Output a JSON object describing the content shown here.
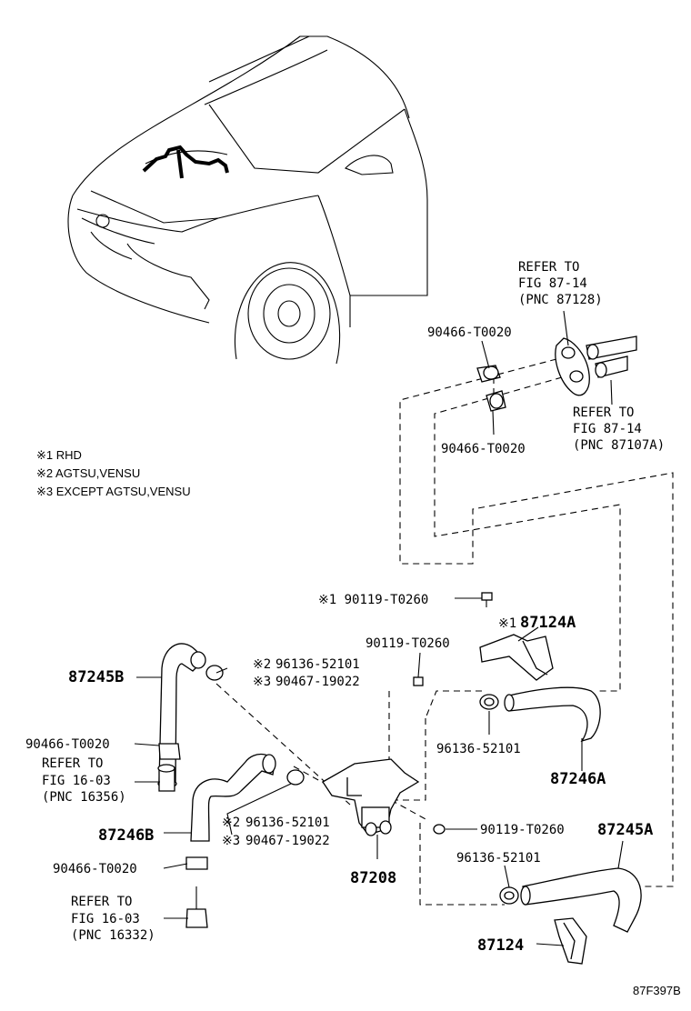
{
  "notes": [
    "※1 RHD",
    "※2 AGTSU,VENSU",
    "※3 EXCEPT AGTSU,VENSU"
  ],
  "refs": {
    "r1": {
      "l1": "REFER TO",
      "l2": "FIG 87-14",
      "l3": "(PNC 87128)"
    },
    "r2": {
      "l1": "REFER TO",
      "l2": "FIG 87-14",
      "l3": "(PNC 87107A)"
    },
    "r3": {
      "l1": "REFER TO",
      "l2": "FIG 16-03",
      "l3": "(PNC 16356)"
    },
    "r4": {
      "l1": "REFER TO",
      "l2": "FIG 16-03",
      "l3": "(PNC 16332)"
    }
  },
  "labels": {
    "p90466_t0020_a": "90466-T0020",
    "p90466_t0020_b": "90466-T0020",
    "p90466_t0020_c": "90466-T0020",
    "p90466_t0020_d": "90466-T0020",
    "p90119_t0260_a": "※1 90119-T0260",
    "p90119_t0260_b": "90119-T0260",
    "p90119_t0260_c": "90119-T0260",
    "p87124A": "87124A",
    "p87124A_mark": "※1",
    "p87245B": "87245B",
    "p96136_52101_a": "96136-52101",
    "p90467_19022_a": "90467-19022",
    "mark2_a": "※2",
    "mark3_a": "※3",
    "p96136_52101_b": "96136-52101",
    "p87246A": "87246A",
    "p87246B": "87246B",
    "p96136_52101_c": "96136-52101",
    "p90467_19022_b": "90467-19022",
    "mark2_b": "※2",
    "mark3_b": "※3",
    "p87208": "87208",
    "p87245A": "87245A",
    "p96136_52101_d": "96136-52101",
    "p87124": "87124",
    "figure_code": "87F397B"
  }
}
